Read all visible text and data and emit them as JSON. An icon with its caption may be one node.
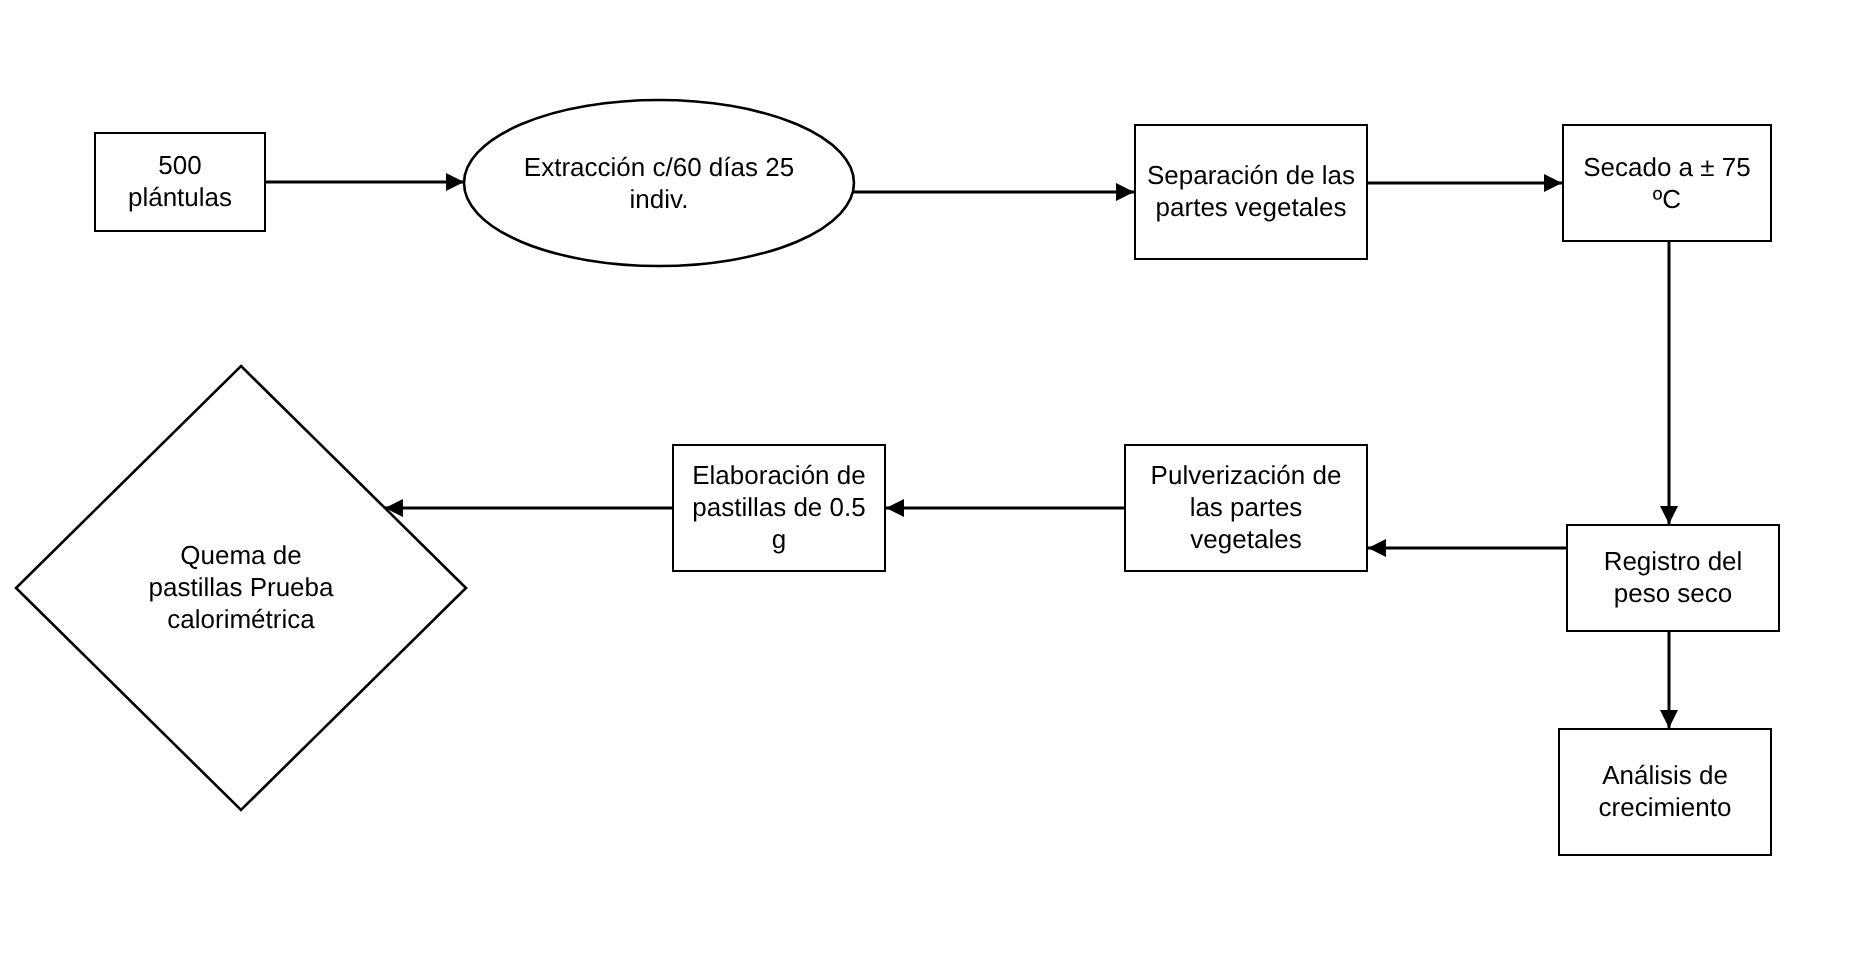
{
  "diagram": {
    "nodes": [
      {
        "text": [
          "500 plántulas"
        ]
      },
      {
        "text": [
          "Extracción c/60 días 25 indiv."
        ]
      },
      {
        "text": [
          "Separación de las partes vegetales"
        ]
      },
      {
        "text": [
          "Secado a ± 75 ºC"
        ]
      },
      {
        "text": [
          "Quema de pastillas Prueba calorimétrica"
        ]
      },
      {
        "text": [
          "Elaboración de pastillas de 0.5 g"
        ]
      },
      {
        "text": [
          "Pulverización de las partes vegetales"
        ]
      },
      {
        "text": [
          "Registro del peso seco"
        ]
      },
      {
        "text": [
          "Análisis de crecimiento"
        ]
      }
    ],
    "edges": [
      {
        "from": 0,
        "to": 1,
        "arrow": "to"
      },
      {
        "from": 1,
        "to": 2,
        "arrow": "to"
      },
      {
        "from": 2,
        "to": 3,
        "arrow": "to"
      },
      {
        "from": 3,
        "to": 7,
        "arrow": "to"
      },
      {
        "from": 7,
        "to": 6,
        "arrow": "to"
      },
      {
        "from": 6,
        "to": 5,
        "arrow": "to"
      },
      {
        "from": 5,
        "to": 4,
        "arrow": "to"
      },
      {
        "from": 7,
        "to": 8,
        "arrow": "to"
      }
    ]
  }
}
